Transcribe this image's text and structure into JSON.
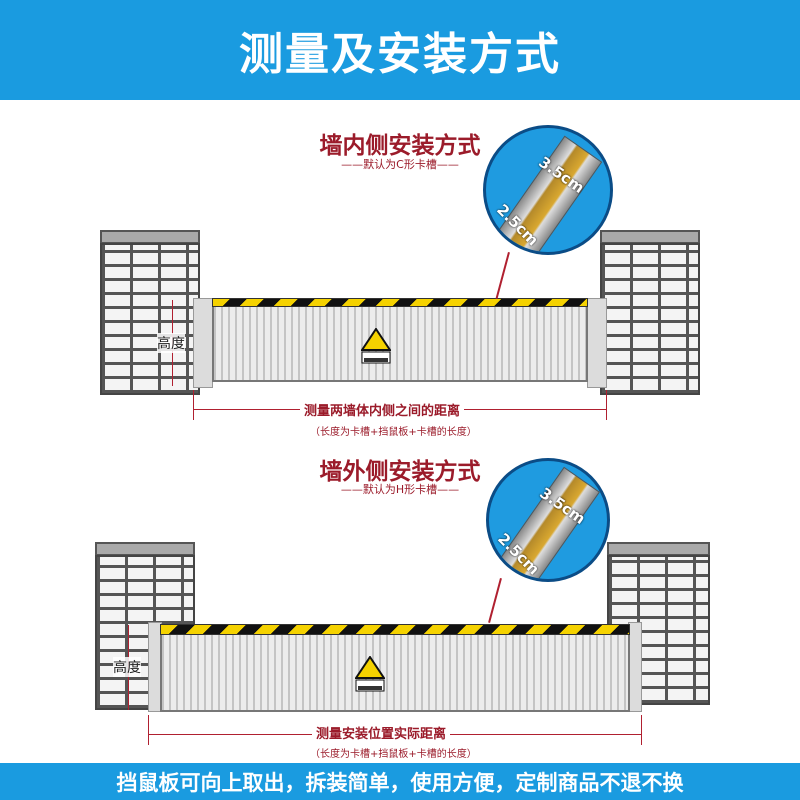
{
  "header": {
    "title": "测量及安装方式"
  },
  "inner": {
    "title": "墙内侧安装方式",
    "subtitle": "——默认为C形卡槽——",
    "clip_width": "3.5cm",
    "clip_depth": "2.5cm",
    "height_label": "高度",
    "measure_label": "测量两墙体内侧之间的距离",
    "measure_note": "（长度为卡槽+挡鼠板+卡槽的长度）"
  },
  "outer": {
    "title": "墙外侧安装方式",
    "subtitle": "——默认为H形卡槽——",
    "clip_width": "3.5cm",
    "clip_depth": "2.5cm",
    "height_label": "高度",
    "measure_label": "测量安装位置实际距离",
    "measure_note": "（长度为卡槽+挡鼠板+卡槽的长度）"
  },
  "footer": {
    "text": "挡鼠板可向上取出，拆装简单，使用方便，定制商品不退不换"
  },
  "colors": {
    "brand_blue": "#1a9be0",
    "title_red": "#9b1b2a",
    "stripe_yellow": "#f5d200"
  }
}
